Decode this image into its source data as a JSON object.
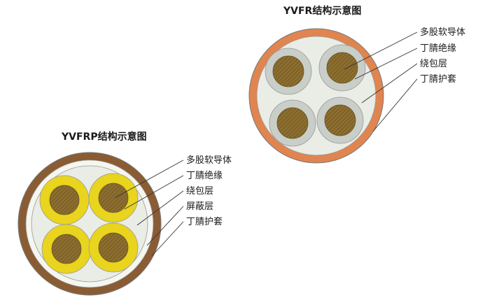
{
  "page": {
    "background": "#ffffff"
  },
  "yvfr": {
    "title": "YVFR结构示意图",
    "labels": {
      "conductor": "多股软导体",
      "insulation": "丁腈绝缘",
      "wrapping": "绕包层",
      "sheath": "丁腈护套"
    },
    "colors": {
      "sheath": "#e08550",
      "insulation": "#c9cec9",
      "conductor": "#8d6e2f",
      "filler": "#eaece6"
    }
  },
  "yvfrp": {
    "title": "YVFRP结构示意图",
    "labels": {
      "conductor": "多股软导体",
      "insulation": "丁腈绝缘",
      "wrapping": "绕包层",
      "shield": "屏蔽层",
      "sheath": "丁腈护套"
    },
    "colors": {
      "sheath": "#8a5c33",
      "shield": "#f6f6f0",
      "insulation": "#e9d41e",
      "conductor": "#8d6e2f",
      "filler": "#eaece6"
    }
  }
}
